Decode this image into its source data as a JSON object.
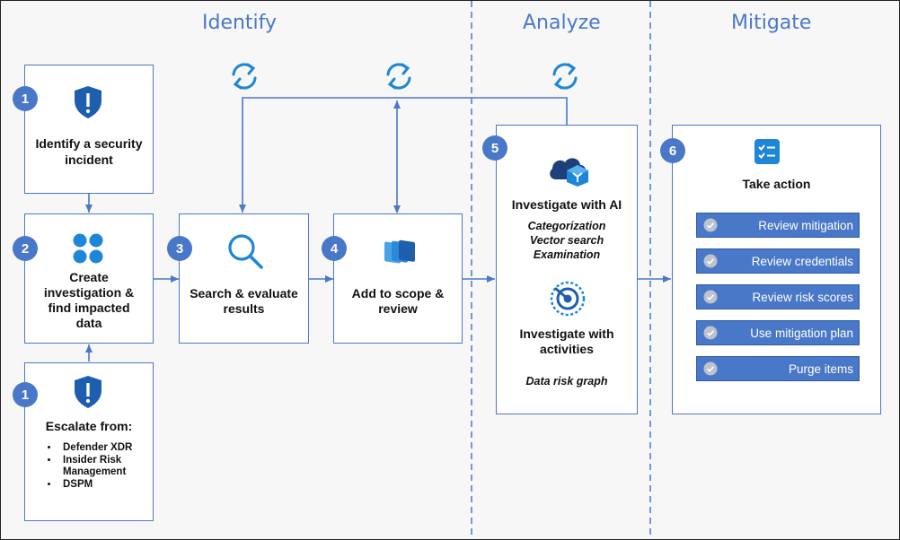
{
  "phases": {
    "identify": "Identify",
    "analyze": "Analyze",
    "mitigate": "Mitigate"
  },
  "steps": {
    "identify_incident": {
      "badge": "1",
      "title_line1": "Identify a security",
      "title_line2": "incident",
      "icon": "shield-alert-icon"
    },
    "escalate": {
      "badge": "1",
      "title": "Escalate from:",
      "icon": "shield-alert-icon",
      "items": [
        "Defender XDR",
        "Insider Risk Management",
        "DSPM"
      ]
    },
    "create_investigation": {
      "badge": "2",
      "title_line1": "Create",
      "title_line2": "investigation &",
      "title_line3": "find impacted",
      "title_line4": "data",
      "icon": "four-dots-icon"
    },
    "search": {
      "badge": "3",
      "title_line1": "Search & evaluate",
      "title_line2": "results",
      "icon": "search-icon"
    },
    "scope": {
      "badge": "4",
      "title_line1": "Add to scope &",
      "title_line2": "review",
      "icon": "stacked-cards-icon"
    },
    "investigate": {
      "badge": "5",
      "ai_title": "Investigate with AI",
      "ai_items": [
        "Categorization",
        "Vector search",
        "Examination"
      ],
      "activities_title_line1": "Investigate with",
      "activities_title_line2": "activities",
      "activities_item": "Data risk graph",
      "icons": [
        "cloud-cube-icon",
        "radar-target-icon"
      ]
    },
    "take_action": {
      "badge": "6",
      "title": "Take action",
      "icon": "checklist-icon",
      "actions": [
        "Review mitigation",
        "Review credentials",
        "Review risk scores",
        "Use mitigation plan",
        "Purge items"
      ]
    }
  },
  "colors": {
    "accent": "#4a78c8",
    "refresh": "#1e86d6",
    "icon_dark": "#1d5fae"
  },
  "loop_icon": "refresh-cycle-icon"
}
